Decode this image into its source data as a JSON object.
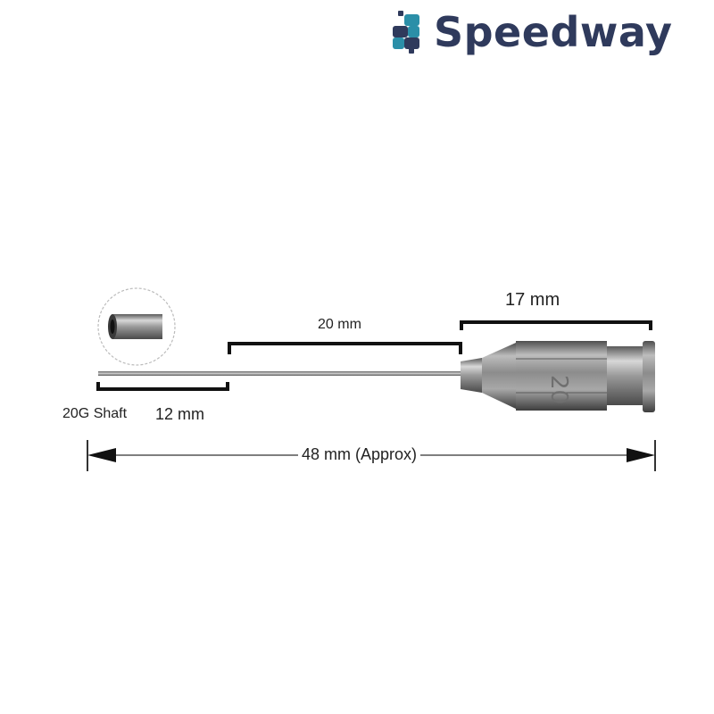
{
  "brand": {
    "name": "Speedway",
    "logo_icon": "s-monogram-icon",
    "color_dark": "#2f3a5c",
    "color_accent": "#2b8fa8"
  },
  "labels": {
    "hub_length": "17 mm",
    "upper_shaft_length": "20 mm",
    "gauge": "20G Shaft",
    "tip_length": "12 mm",
    "total_length": "48 mm (Approx)"
  },
  "product": {
    "icon": "blunt-needle-icon",
    "tip_icon": "blunt-tip-magnified-icon"
  }
}
